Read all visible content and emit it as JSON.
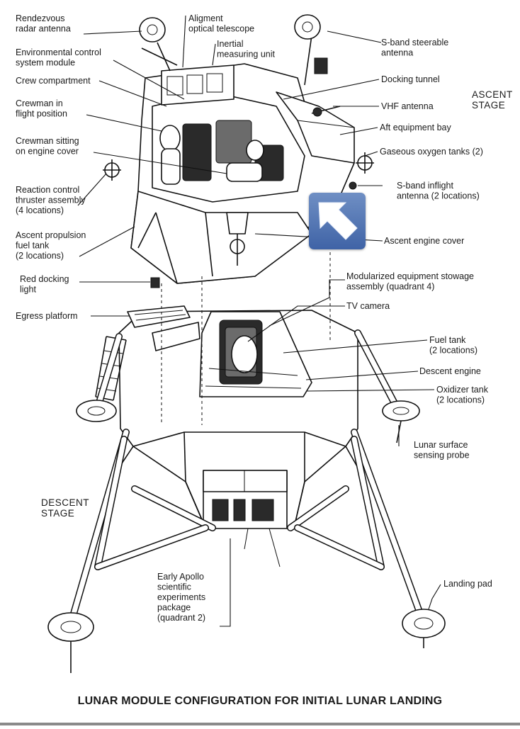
{
  "labels": {
    "rendezvous": [
      "Rendezvous",
      "radar antenna"
    ],
    "alignment": [
      "Aligment",
      "optical telescope"
    ],
    "inertial": [
      "Inertial",
      "measuring unit"
    ],
    "env_control": [
      "Environmental control",
      "system module"
    ],
    "crew_comp": [
      "Crew compartment"
    ],
    "crewman_flight": [
      "Crewman in",
      "flight position"
    ],
    "crewman_sitting": [
      "Crewman sitting",
      "on engine cover"
    ],
    "rcs": [
      "Reaction control",
      "thruster assembly",
      "(4 locations)"
    ],
    "ascent_fuel": [
      "Ascent propulsion",
      "fuel tank",
      "(2 locations)"
    ],
    "red_docking": [
      "Red docking",
      "light"
    ],
    "egress": [
      "Egress platform"
    ],
    "sband_steer": [
      "S-band steerable",
      "antenna"
    ],
    "docking_tunnel": [
      "Docking tunnel"
    ],
    "vhf": [
      "VHF antenna"
    ],
    "aft_bay": [
      "Aft equipment bay"
    ],
    "gox": [
      "Gaseous oxygen tanks (2)"
    ],
    "sband_inflight": [
      "S-band inflight",
      "antenna (2 locations)"
    ],
    "ascent_cover": [
      "Ascent engine cover"
    ],
    "modular_stowage": [
      "Modularized equipment stowage",
      "assembly (quadrant 4)"
    ],
    "tv_camera": [
      "TV camera"
    ],
    "fuel_tank": [
      "Fuel tank",
      "(2 locations)"
    ],
    "descent_engine": [
      "Descent engine"
    ],
    "oxidizer": [
      "Oxidizer tank",
      "(2 locations)"
    ],
    "probe": [
      "Lunar surface",
      "sensing probe"
    ],
    "eases": [
      "Early Apollo",
      "scientific",
      "experiments",
      "package",
      "(quadrant 2)"
    ],
    "landing_pad": [
      "Landing pad"
    ]
  },
  "stages": {
    "ascent": [
      "ASCENT",
      "STAGE"
    ],
    "descent": [
      "DESCENT",
      "STAGE"
    ]
  },
  "title": "LUNAR MODULE CONFIGURATION FOR INITIAL LUNAR LANDING",
  "overlay_icon": "arrow-up-left-icon",
  "colors": {
    "ink": "#111111",
    "paper": "#ffffff",
    "overlay_accent": "#4a6fb0"
  }
}
